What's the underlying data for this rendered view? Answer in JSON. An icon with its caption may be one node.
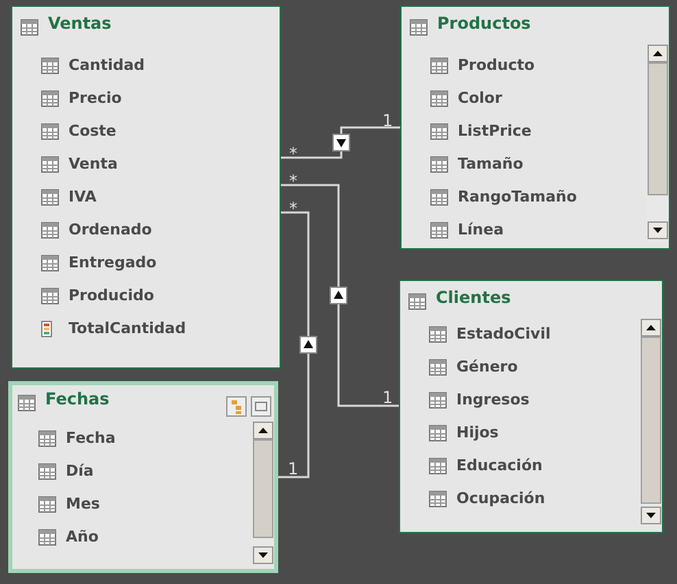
{
  "diagram": {
    "nodes": [
      {
        "text": [
          "Ventas",
          "Cantidad",
          "Precio",
          "Coste",
          "Venta",
          "IVA",
          "Ordenado",
          "Entregado",
          "Producido",
          "TotalCantidad"
        ]
      },
      {
        "text": [
          "Productos",
          "Producto",
          "Color",
          "ListPrice",
          "Tamaño",
          "RangoTamaño",
          "Línea"
        ]
      },
      {
        "text": [
          "Clientes",
          "EstadoCivil",
          "Género",
          "Ingresos",
          "Hijos",
          "Educación",
          "Ocupación"
        ]
      },
      {
        "text": [
          "Fechas",
          "Fecha",
          "Día",
          "Mes",
          "Año"
        ]
      }
    ],
    "edges": [
      {
        "from": 1,
        "to": 0,
        "arrow": "to"
      },
      {
        "from": 2,
        "to": 0,
        "arrow": "to"
      },
      {
        "from": 3,
        "to": 0,
        "arrow": "to"
      }
    ],
    "labels": [
      "1",
      "*",
      "*",
      "*",
      "1",
      "1"
    ]
  }
}
